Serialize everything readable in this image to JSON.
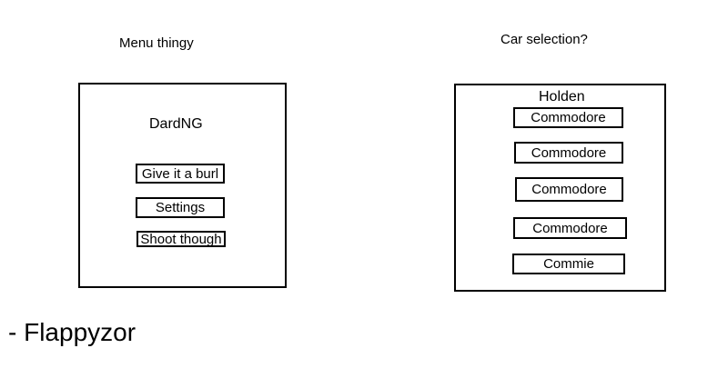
{
  "menu_sketch": {
    "caption": "Menu thingy",
    "title": "DardNG",
    "buttons": [
      "Give it a burl",
      "Settings",
      "Shoot though"
    ]
  },
  "car_sketch": {
    "caption": "Car selection?",
    "title": "Holden",
    "options": [
      "Commodore",
      "Commodore",
      "Commodore",
      "Commodore",
      "Commie"
    ]
  },
  "signature": "- Flappyzor"
}
